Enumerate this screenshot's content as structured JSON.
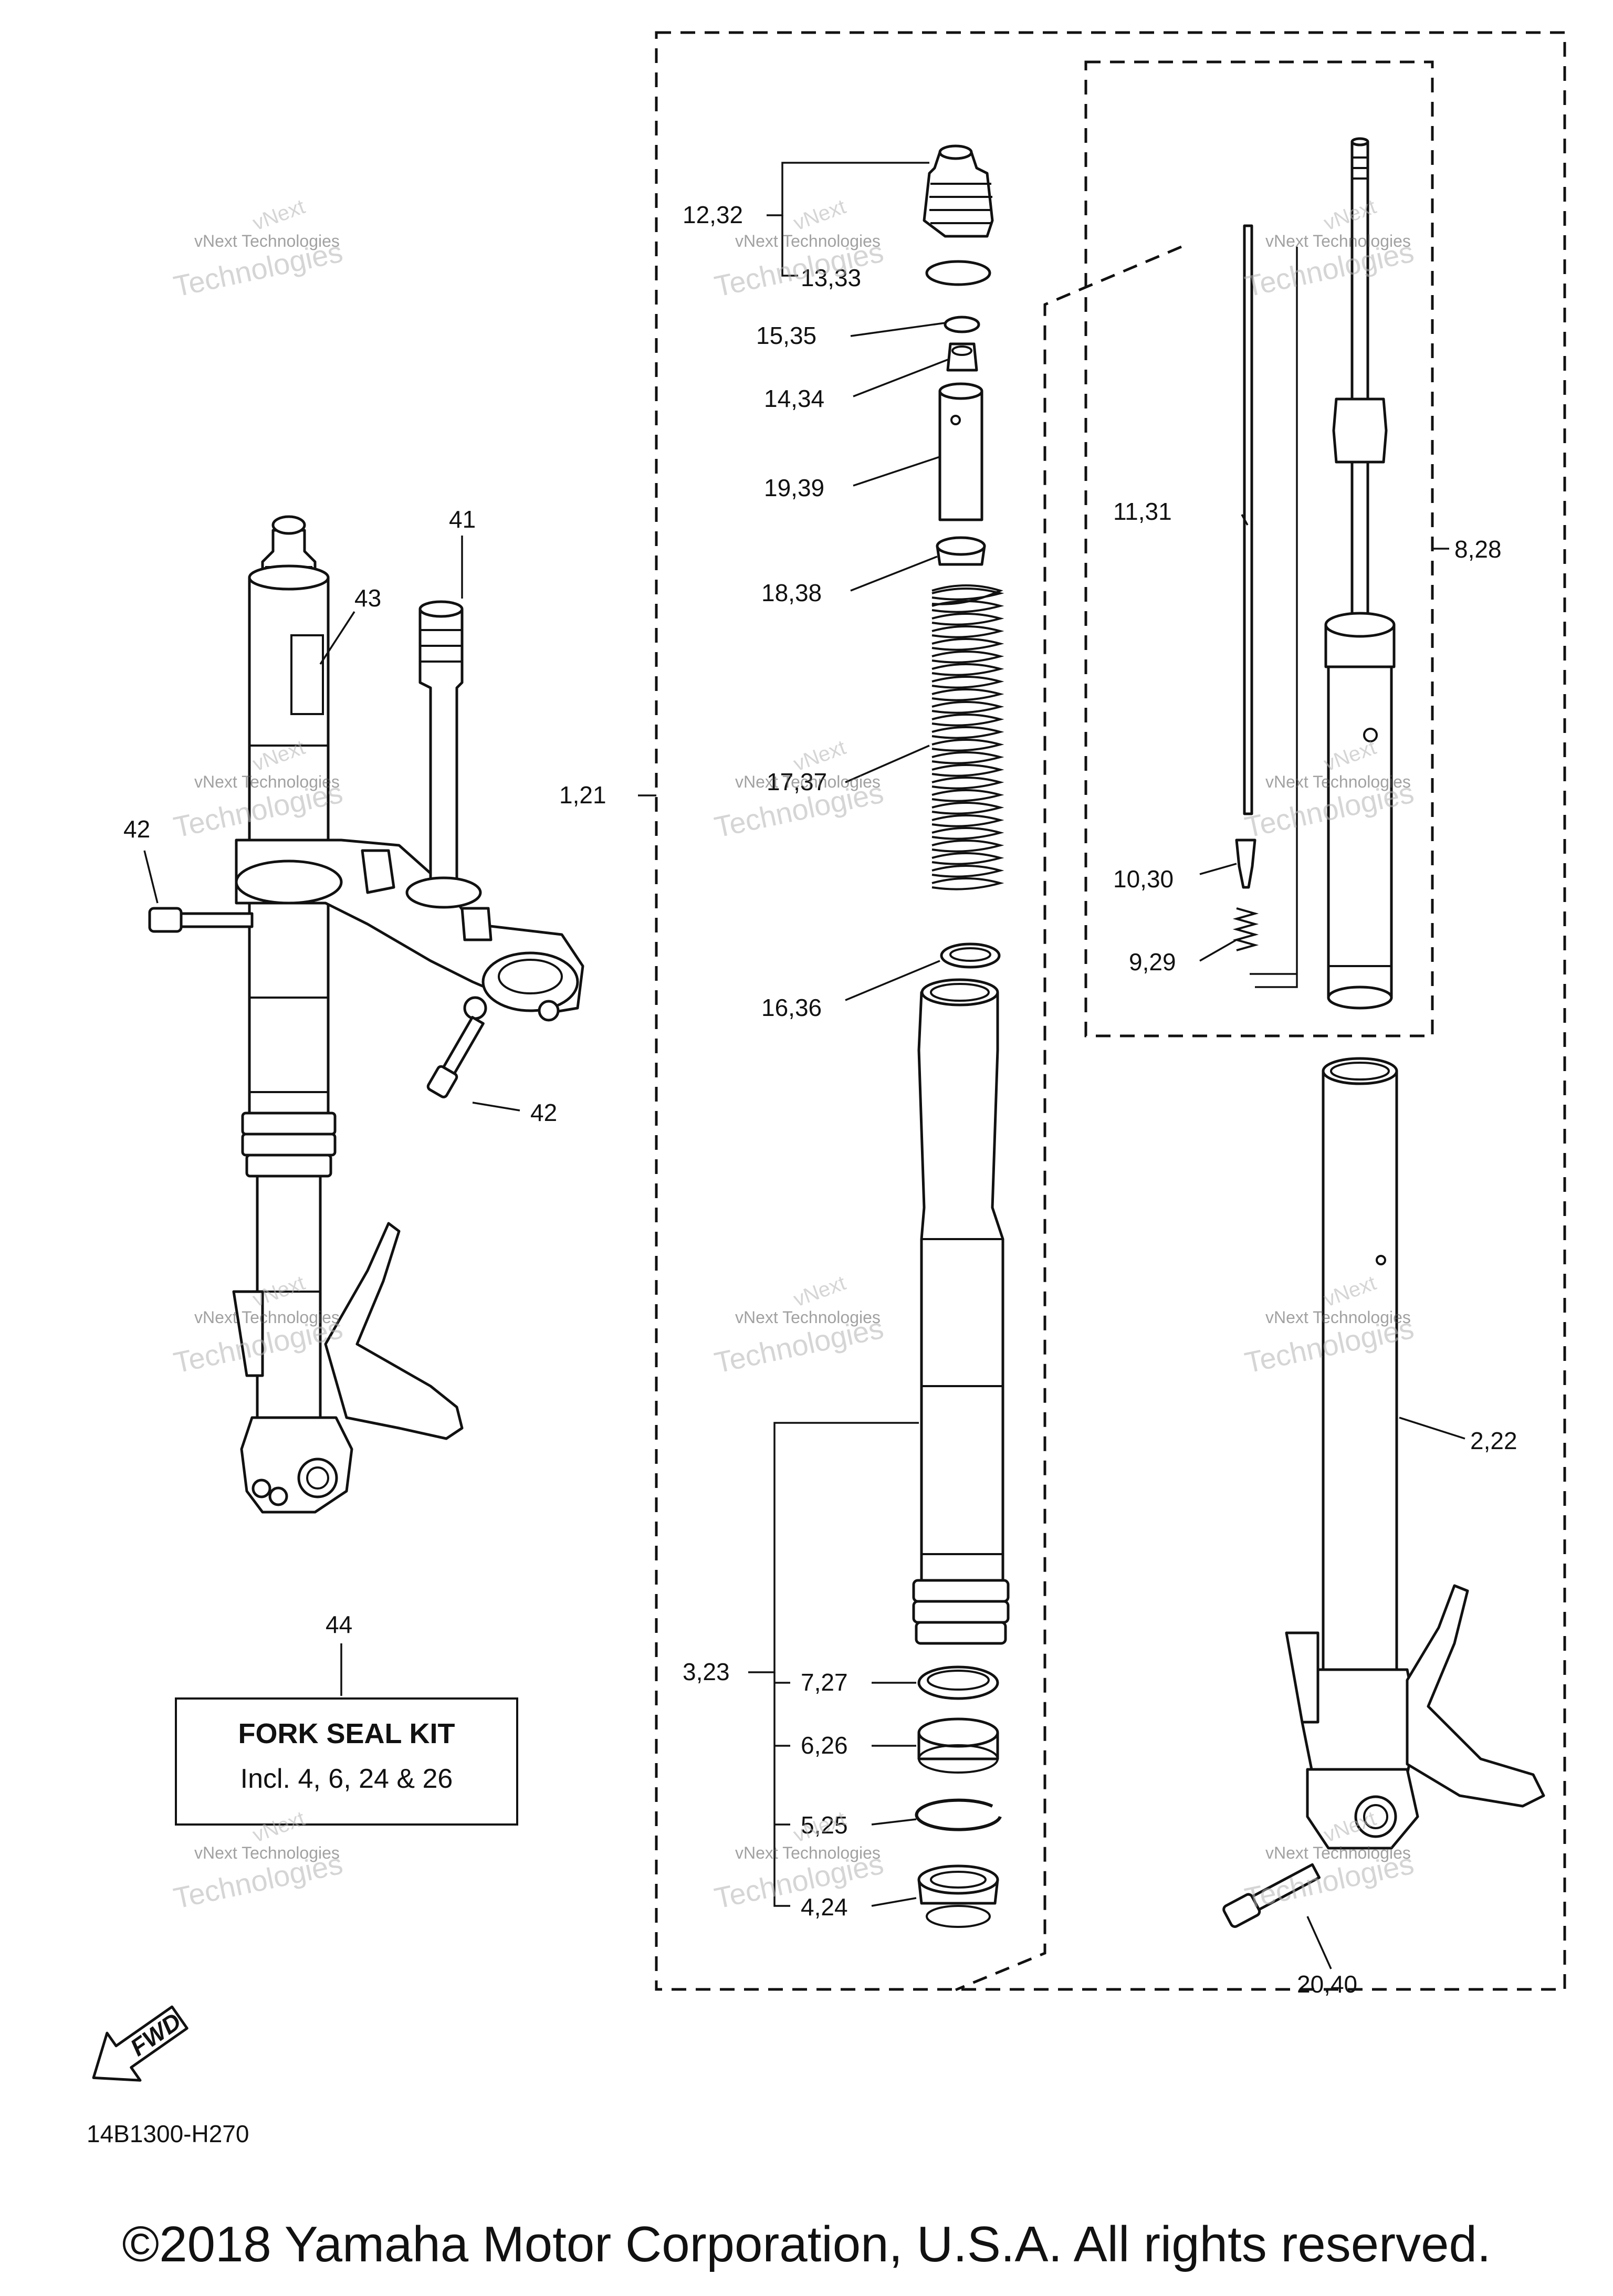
{
  "callouts": {
    "c1": "12,32",
    "c2": "13,33",
    "c3": "15,35",
    "c4": "14,34",
    "c5": "19,39",
    "c6": "18,38",
    "c7": "17,37",
    "c8": "1,21",
    "c9": "16,36",
    "c10": "3,23",
    "c11": "7,27",
    "c12": "6,26",
    "c13": "5,25",
    "c14": "4,24",
    "c15": "11,31",
    "c16": "8,28",
    "c17": "10,30",
    "c18": "9,29",
    "c19": "2,22",
    "c20": "20,40",
    "c21": "41",
    "c22": "43",
    "c23": "42",
    "c24": "42",
    "c25": "44"
  },
  "kit_box": {
    "title": "FORK SEAL KIT",
    "subtitle": "Incl. 4, 6, 24 & 26"
  },
  "fwd_label": "FWD",
  "diagram_code": "14B1300-H270",
  "watermark": {
    "line1": "vNext",
    "line2": "vNext Technologies",
    "line3": "Technologies"
  },
  "copyright": "©2018 Yamaha Motor Corporation, U.S.A. All rights reserved."
}
